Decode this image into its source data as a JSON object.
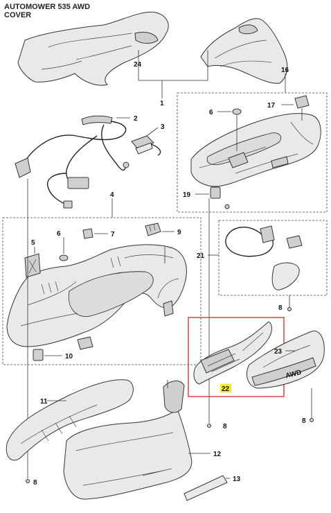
{
  "header": {
    "title_line1": "AUTOMOWER 535 AWD",
    "title_line2": "COVER"
  },
  "callouts": {
    "p1": "1",
    "p2": "2",
    "p3": "3",
    "p4": "4",
    "p5": "5",
    "p6_top": "6",
    "p6_mid": "6",
    "p7": "7",
    "p8_a": "8",
    "p8_b": "8",
    "p8_c": "8",
    "p8_d": "8",
    "p9": "9",
    "p10": "10",
    "p11": "11",
    "p12": "12",
    "p13": "13",
    "p16": "16",
    "p17": "17",
    "p19": "19",
    "p21": "21",
    "p22": "22",
    "p23": "23",
    "p24": "24"
  },
  "bumper_logo": "AWD",
  "colors": {
    "highlight_box": "#d9262b",
    "highlight_label": "#f4ea29"
  }
}
